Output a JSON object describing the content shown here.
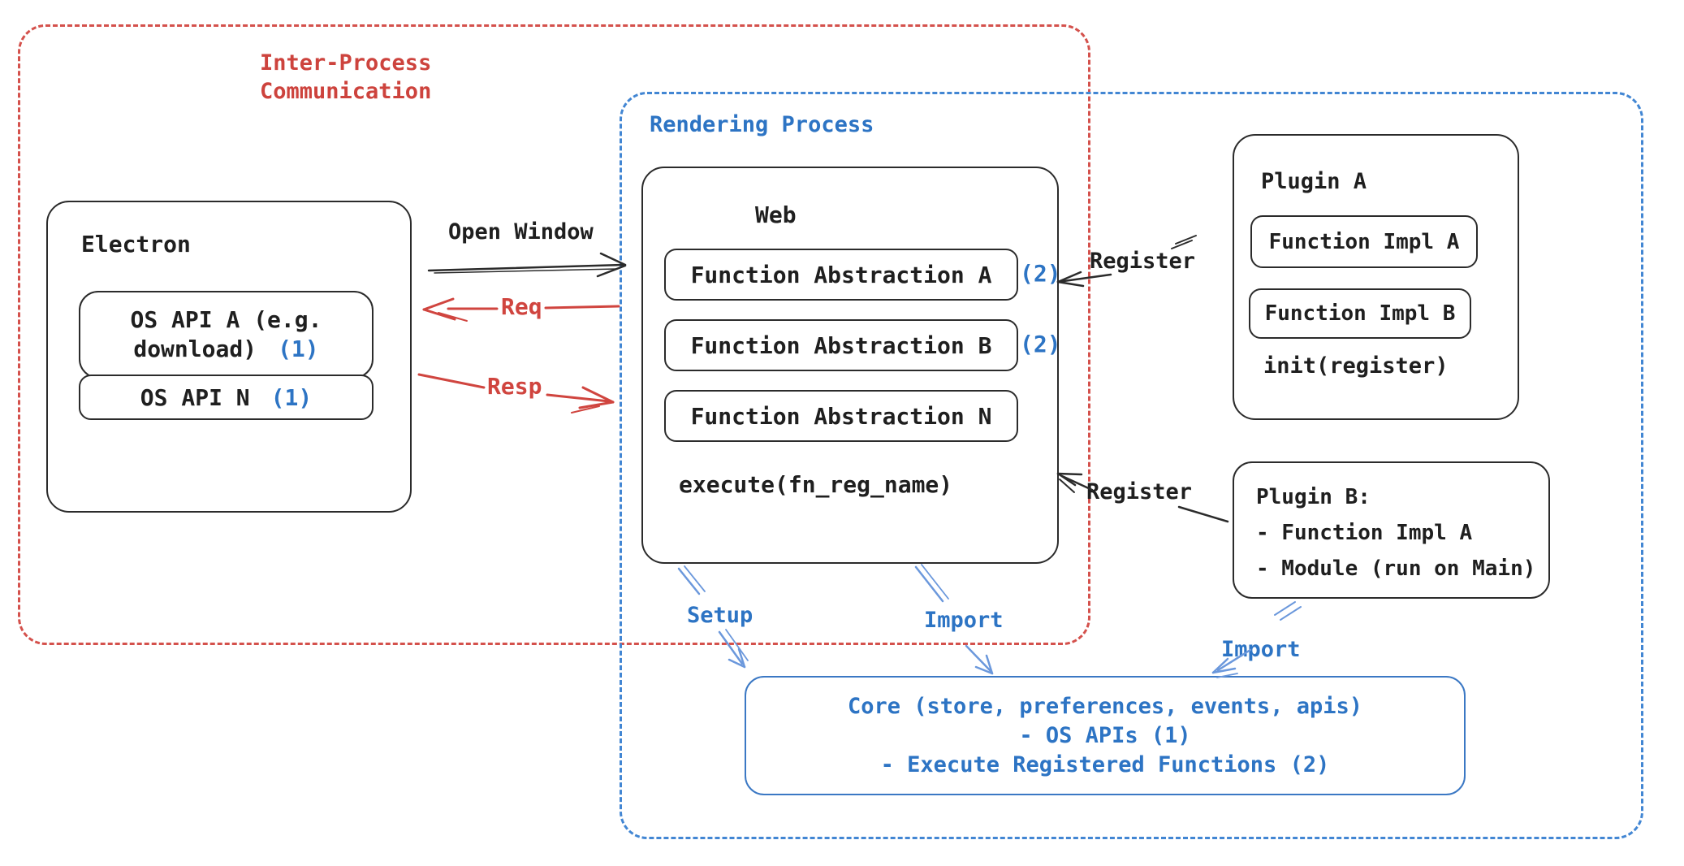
{
  "regions": {
    "ipc": {
      "label_line1": "Inter-Process",
      "label_line2": "Communication",
      "border_color": "#d4514c"
    },
    "rendering": {
      "label": "Rendering Process",
      "border_color": "#4286d3"
    }
  },
  "electron": {
    "title": "Electron",
    "api_a_line1": "OS API A (e.g.",
    "api_a_line2": "download)",
    "api_a_ref": "(1)",
    "api_n_text": "OS API N",
    "api_n_ref": "(1)"
  },
  "web": {
    "title": "Web",
    "abstractions": [
      {
        "text": "Function Abstraction A",
        "ref": "(2)"
      },
      {
        "text": "Function Abstraction B",
        "ref": "(2)"
      },
      {
        "text": "Function Abstraction N",
        "ref": ""
      }
    ],
    "execute": "execute(fn_reg_name)"
  },
  "plugin_a": {
    "title": "Plugin A",
    "impl_a": "Function Impl A",
    "impl_b": "Function Impl B",
    "init": "init(register)"
  },
  "plugin_b": {
    "title": "Plugin B:",
    "item_1": "- Function Impl A",
    "item_2": "- Module (run on Main)"
  },
  "core": {
    "line1": "Core (store, preferences, events, apis)",
    "line2": "- OS APIs (1)",
    "line3": "- Execute Registered Functions (2)"
  },
  "arrows": {
    "open_window": "Open Window",
    "req": "Req",
    "resp": "Resp",
    "register_a": "Register",
    "register_b": "Register",
    "setup": "Setup",
    "import_core": "Import",
    "import_plugin_b": "Import"
  },
  "colors": {
    "black_ink": "#1f1f1f",
    "red_text": "#cd433d",
    "red_arrow": "#d0453f",
    "blue_text": "#2d74c4",
    "blue_dash": "#4286d3",
    "blue_arrow": "#6b98dc"
  }
}
